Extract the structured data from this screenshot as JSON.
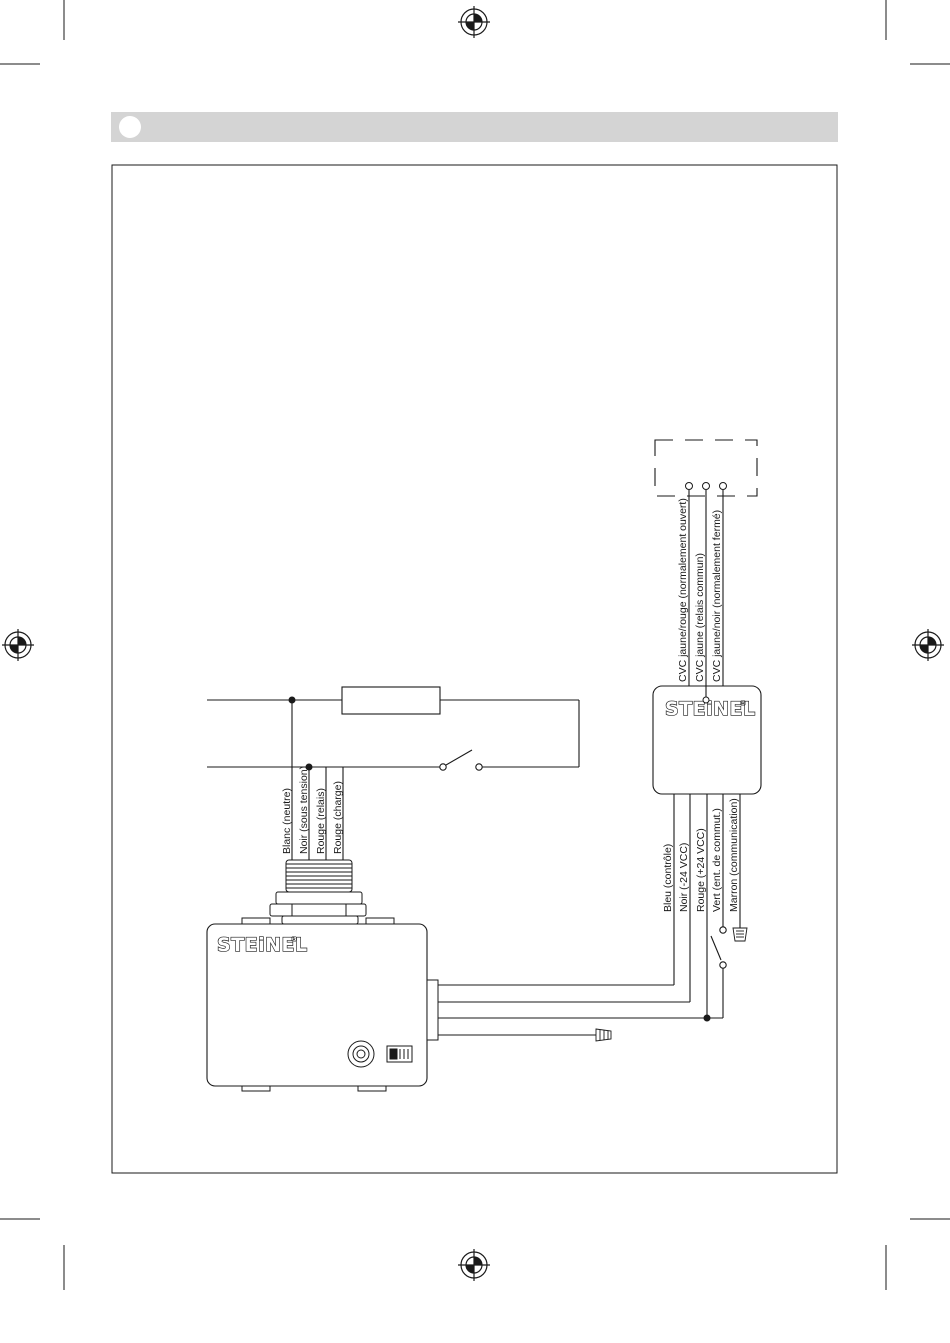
{
  "devices": {
    "sensor_brand": "STEiNEL",
    "sensor_reg": "®",
    "relay_brand": "STEiNEL",
    "relay_reg": "®"
  },
  "line_wires": [
    "Blanc (neutre)",
    "Noir (sous tension)",
    "Rouge (relais)",
    "Rouge (charge)"
  ],
  "control_wires": [
    "Bleu (contrôle)",
    "Noir (-24 VCC)",
    "Rouge (+24 VCC)",
    "Vert (ent. de commut.)",
    "Marron (communication)"
  ],
  "hvac_wires": [
    "CVC jaune/rouge (normalement ouvert)",
    "CVC jaune (relais commun)",
    "CVC jaune/noir (normalement fermé)"
  ],
  "colors": {
    "line": "#1a1a1a",
    "header_bar": "#d4d4d4",
    "background": "#ffffff"
  },
  "icons": [
    "registration-target-icon",
    "wire-nut-icon",
    "switch-icon",
    "reset-button-icon",
    "dip-switch-icon"
  ]
}
